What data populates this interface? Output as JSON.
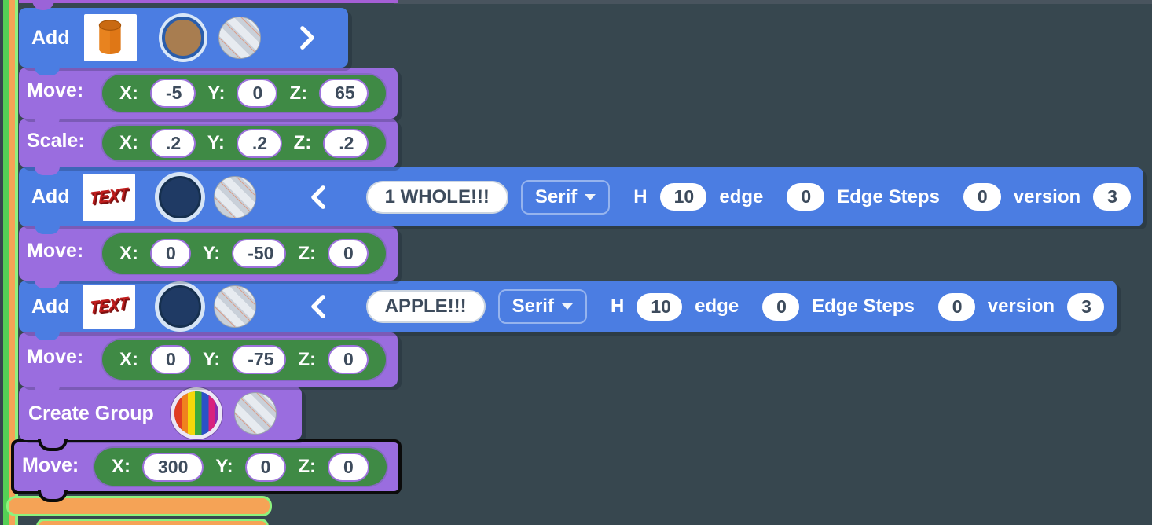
{
  "workspace": {
    "background": "#37474f"
  },
  "vector_labels": {
    "x": "X:",
    "y": "Y:",
    "z": "Z:"
  },
  "text_block_labels": {
    "h": "H",
    "edge": "edge",
    "edge_steps": "Edge Steps",
    "version": "version"
  },
  "thumbs": {
    "text_image_label": "TEXT"
  },
  "colors": {
    "block_blue": "#4b7de2",
    "block_purple": "#9a6ddf",
    "vector_green": "#3f8a45",
    "container_orange": "#f5a356",
    "selection_glow_green": "#8df27e",
    "selected_outline": "#0b0b0b"
  },
  "blocks": [
    {
      "label": "Add",
      "shape": "cylinder"
    },
    {
      "label": "Move:",
      "x": "-5",
      "y": "0",
      "z": "65"
    },
    {
      "label": "Scale:",
      "x": ".2",
      "y": ".2",
      "z": ".2"
    },
    {
      "label": "Add",
      "shape": "text",
      "text": "1 WHOLE!!!",
      "font": "Serif",
      "h": "10",
      "edge": "0",
      "edge_steps": "0",
      "version": "3"
    },
    {
      "label": "Move:",
      "x": "0",
      "y": "-50",
      "z": "0"
    },
    {
      "label": "Add",
      "shape": "text",
      "text": "APPLE!!!",
      "font": "Serif",
      "h": "10",
      "edge": "0",
      "edge_steps": "0",
      "version": "3"
    },
    {
      "label": "Move:",
      "x": "0",
      "y": "-75",
      "z": "0"
    },
    {
      "label": "Create Group"
    },
    {
      "label": "Move:",
      "x": "300",
      "y": "0",
      "z": "0",
      "selected": true
    }
  ]
}
